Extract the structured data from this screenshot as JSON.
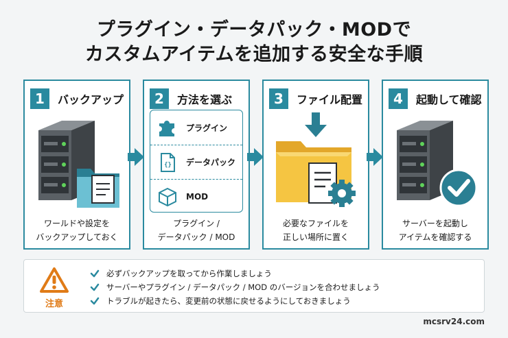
{
  "title": {
    "line1": "プラグイン・データパック・MODで",
    "line2": "カスタムアイテムを追加する安全な手順"
  },
  "steps": [
    {
      "number": "1",
      "label": "バックアップ",
      "caption": [
        "ワールドや設定を",
        "バックアップしておく"
      ]
    },
    {
      "number": "2",
      "label": "方法を選ぶ",
      "caption": [
        "プラグイン /",
        "データパック / MOD"
      ]
    },
    {
      "number": "3",
      "label": "ファイル配置",
      "caption": [
        "必要なファイルを",
        "正しい場所に置く"
      ]
    },
    {
      "number": "4",
      "label": "起動して確認",
      "caption": [
        "サーバーを起動し",
        "アイテムを確認する"
      ]
    }
  ],
  "choices": [
    {
      "label": "プラグイン",
      "icon": "puzzle-icon"
    },
    {
      "label": "データパック",
      "icon": "code-file-icon"
    },
    {
      "label": "MOD",
      "icon": "cube-icon"
    }
  ],
  "notice": {
    "label": "注意",
    "icon": "warning-icon",
    "items": [
      "必ずバックアップを取ってから作業しましょう",
      "サーバーやプラグイン / データパック / MOD のバージョンを合わせましょう",
      "トラブルが起きたら、変更前の状態に戻せるようにしておきましょう"
    ]
  },
  "footer": "mcsrv24.com",
  "colors": {
    "accent": "#2a8a9f",
    "warning": "#e07b17",
    "folder": "#f5c542",
    "server": "#555b60"
  }
}
